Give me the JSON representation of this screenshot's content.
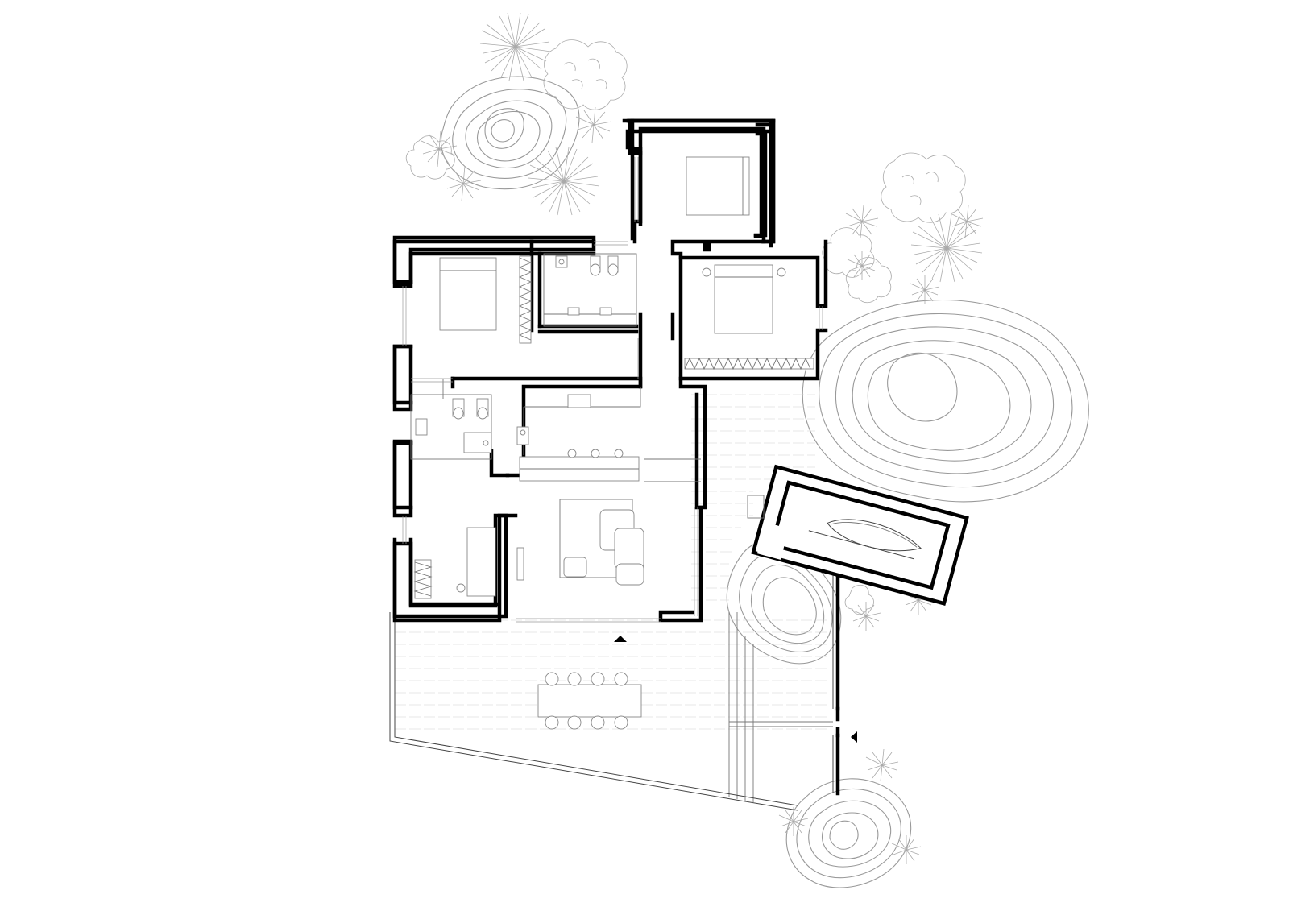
{
  "drawing": {
    "type": "architectural floor plan",
    "colors": {
      "background": "#ffffff",
      "walls": "#000000",
      "fixtures": "#888888",
      "landscape": "#aaaaaa",
      "paving": "#d0d0d0"
    },
    "markers": [
      {
        "name": "entrance-arrow-terrace",
        "direction": "up"
      },
      {
        "name": "entrance-arrow-gate",
        "direction": "left"
      }
    ],
    "icons": [
      "bed-icon",
      "toilet-icon",
      "sink-icon",
      "shower-icon",
      "sofa-icon",
      "dining-table-icon",
      "chair-icon",
      "boat-icon",
      "tree-icon",
      "palm-icon",
      "contour-mound-icon"
    ]
  }
}
